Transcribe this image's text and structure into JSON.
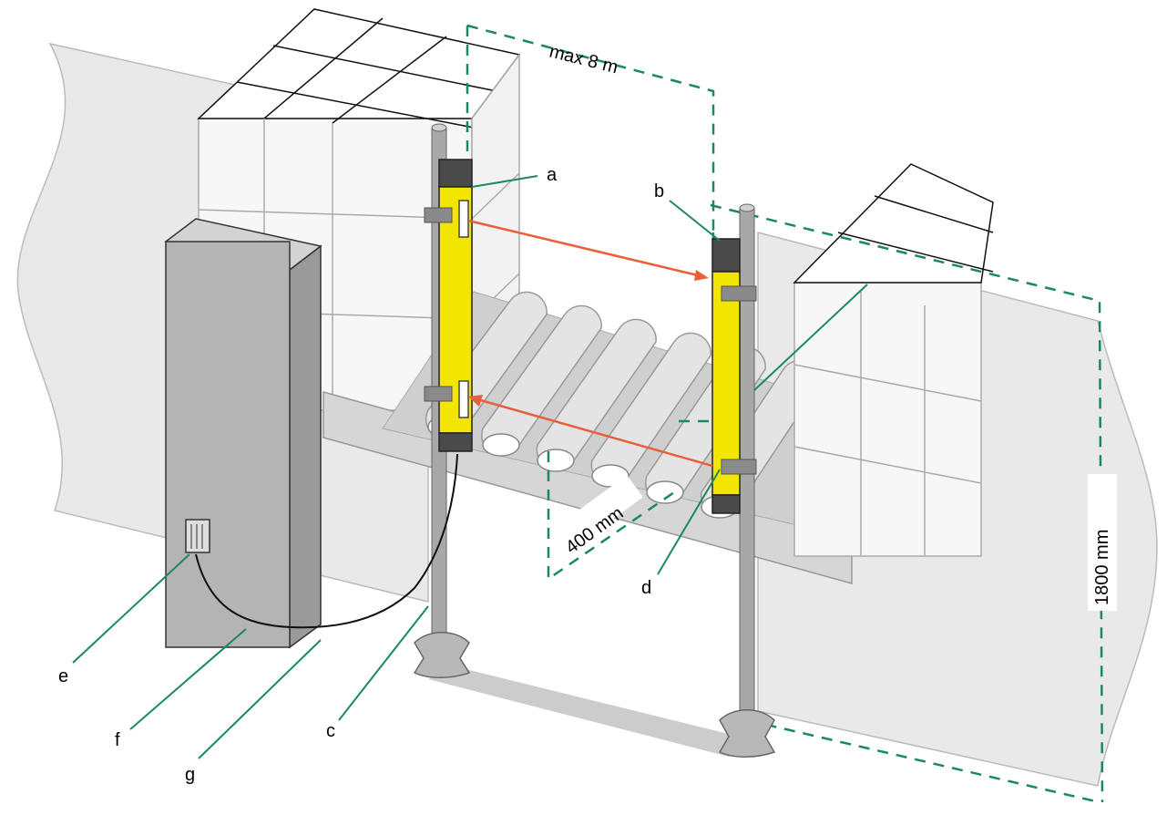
{
  "labels": {
    "a": "a",
    "b": "b",
    "c": "c",
    "d": "d",
    "e": "e",
    "f": "f",
    "g": "g"
  },
  "dimensions": {
    "max_distance": "max 8 m",
    "height_low": "400 mm",
    "height_total": "1800 mm"
  },
  "colors": {
    "beam": "#e8603a",
    "leader": "#1a8a5a",
    "sensor": "#f2e600",
    "cabinet": "#b4b4b4"
  }
}
